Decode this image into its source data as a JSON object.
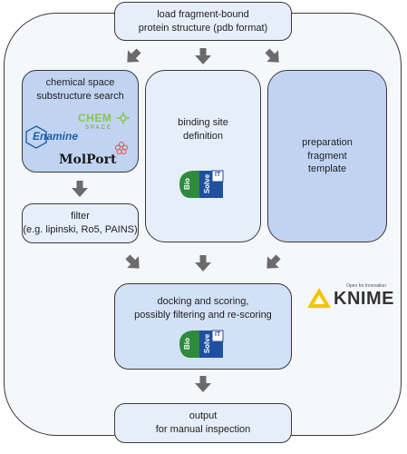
{
  "nodes": {
    "load": [
      "load fragment-bound",
      "protein structure (pdb format)"
    ],
    "chemical_space": [
      "chemical space",
      "substructure search"
    ],
    "binding_site": [
      "binding site",
      "definition"
    ],
    "preparation": [
      "preparation",
      "fragment",
      "template"
    ],
    "filter": [
      "filter",
      "(e.g. lipinski, Ro5, PAINS)"
    ],
    "docking": [
      "docking and scoring,",
      "possibly filtering and re-scoring"
    ],
    "output": [
      "output",
      "for manual inspection"
    ]
  },
  "logos": {
    "chemspace_top": "CHEM",
    "chemspace_bottom": "SPACE",
    "enamine": "Enamine",
    "molport": "MolPort",
    "biosolve_bio": "Bio",
    "biosolve_solve": "Solve",
    "biosolve_it": "IT",
    "knime": "KNIME",
    "knime_tagline": "Open for Innovation"
  },
  "colors": {
    "arrow": "#6b6b6b",
    "border": "#3a3a3a",
    "chemspace_green": "#8bc34a",
    "enamine_blue": "#1f5fa8",
    "biosolve_green": "#2e8b3e",
    "biosolve_blue": "#1f4fa0",
    "knime_yellow": "#f5c400"
  },
  "icons": [
    "arrow-down-icon",
    "arrow-diagonal-icon",
    "chemspace-logo",
    "enamine-logo",
    "molport-logo",
    "biosolveit-logo",
    "knime-logo"
  ]
}
